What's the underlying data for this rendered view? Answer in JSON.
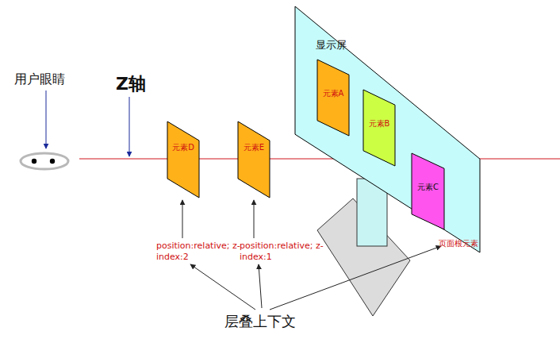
{
  "diagram": {
    "nodes": [
      {
        "text": [
          "显示屏"
        ]
      },
      {
        "text": [
          "元素A"
        ],
        "in": 0
      },
      {
        "text": [
          "元素B"
        ],
        "in": 0
      },
      {
        "text": [
          "元素C"
        ],
        "in": 0
      },
      {
        "text": [
          "元素D"
        ]
      },
      {
        "text": [
          "元素E"
        ]
      }
    ],
    "labels": [
      "用户眼睛",
      "Z轴",
      "position:relative; z-index:2",
      "position:relative; z-index:1",
      "页面根元素",
      "层叠上下文"
    ]
  }
}
